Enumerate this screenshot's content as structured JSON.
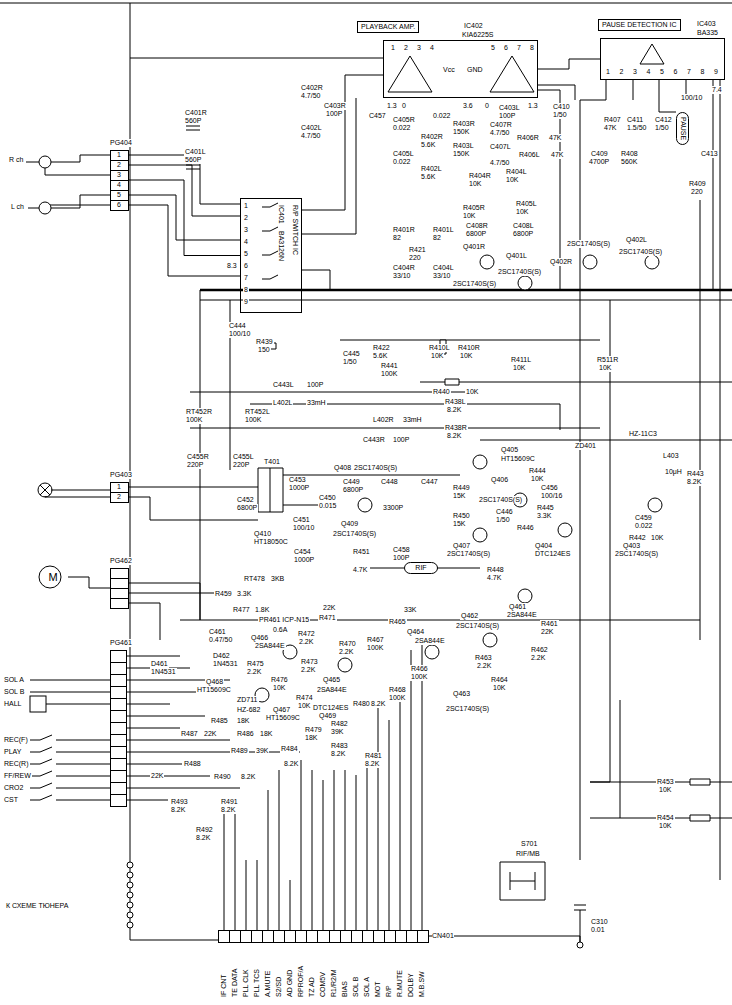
{
  "diagram": {
    "nodes": [
      {
        "text": [
          "PLAYBACK AMP."
        ]
      },
      {
        "text": [
          "IC402",
          "KIA6225S"
        ]
      },
      {
        "text": [
          "PAUSE DETECTION IC"
        ]
      },
      {
        "text": [
          "IC403",
          "BA335"
        ]
      },
      {
        "text": [
          "PAUSE"
        ]
      },
      {
        "text": [
          "PG404",
          "1",
          "2",
          "3",
          "4",
          "5",
          "6"
        ]
      },
      {
        "text": [
          "IC401",
          "BA3126N",
          "R/P SWITCH IC"
        ]
      },
      {
        "text": [
          "PG403",
          "1",
          "2"
        ]
      },
      {
        "text": [
          "M"
        ]
      },
      {
        "text": [
          "PG462"
        ]
      },
      {
        "text": [
          "PG461"
        ]
      },
      {
        "text": [
          "CN401"
        ]
      },
      {
        "text": [
          "RIF"
        ]
      }
    ],
    "edges": [
      {
        "from": 8,
        "to": 9,
        "arrow": "none"
      },
      {
        "from": 5,
        "to": 6,
        "arrow": "none"
      },
      {
        "from": 1,
        "to": 3,
        "arrow": "none"
      }
    ],
    "labels": [
      "R ch",
      "L ch",
      "1",
      "2",
      "3",
      "4",
      "Vcc",
      "GND",
      "5",
      "6",
      "7",
      "8",
      "1.3",
      "0",
      "3.6",
      "0",
      "1.3",
      "1",
      "2",
      "3",
      "4",
      "5",
      "6",
      "7",
      "8",
      "9",
      "7.4",
      "C402R",
      "4.7/50",
      "C403R",
      "100P",
      "C401R",
      "560P",
      "C402L",
      "4.7/50",
      "C401L",
      "560P",
      "C457",
      "0.022",
      "C403L",
      "100P",
      "C407R",
      "4.7/50",
      "R406R",
      "47K",
      "C407L",
      "R406L",
      "47K",
      "4.7/50",
      "C410",
      "1/50",
      "R407",
      "47K",
      "C411",
      "1.5/50",
      "C412",
      "1/50",
      "100/10",
      "C413",
      "C409",
      "4700P",
      "R408",
      "560K",
      "R409",
      "220",
      "1",
      "2",
      "3",
      "4",
      "5",
      "6",
      "7",
      "8",
      "9",
      "8.3",
      "C405R",
      "0.022",
      "R402R",
      "5.6K",
      "R403R",
      "150K",
      "C405L",
      "0.022",
      "R403L",
      "150K",
      "R402L",
      "5.6K",
      "R404R",
      "10K",
      "R404L",
      "10K",
      "R405R",
      "10K",
      "R405L",
      "10K",
      "R401R",
      "82",
      "R421",
      "220",
      "R401L",
      "82",
      "C404R",
      "33/10",
      "C404L",
      "33/10",
      "C408R",
      "6800P",
      "C408L",
      "6800P",
      "Q401R",
      "2SC1740S(S)",
      "Q401L",
      "2SC1740S(S)",
      "Q402R",
      "2SC1740S(S)",
      "Q402L",
      "2SC1740S(S)",
      "C444",
      "100/10",
      "R439",
      "150",
      "C445",
      "1/50",
      "R422",
      "5.6K",
      "R441",
      "100K",
      "R410L",
      "10K",
      "R410R",
      "10K",
      "R411L",
      "10K",
      "R511R",
      "10K",
      "R440",
      "10K",
      "C443L",
      "100P",
      "L402L",
      "33mH",
      "R438L",
      "8.2K",
      "RT452R",
      "100K",
      "RT452L",
      "100K",
      "L402R",
      "33mH",
      "C443R",
      "100P",
      "R438R",
      "8.2K",
      "ZD401",
      "HZ-11C3",
      "Q405",
      "HT15609C",
      "C455R",
      "220P",
      "C455L",
      "220P",
      "T401",
      "Q408",
      "2SC1740S(S)",
      "L403",
      "10μH",
      "R444",
      "10K",
      "R443",
      "8.2K",
      "Q406",
      "2SC1740S(S)",
      "R449",
      "15K",
      "C453",
      "1000P",
      "C449",
      "6800P",
      "C448",
      "3300P",
      "C447",
      "R450",
      "15K",
      "C452",
      "6800P",
      "C450",
      "0.015",
      "C451",
      "100/10",
      "Q409",
      "2SC1740S(S)",
      "C456",
      "100/16",
      "C446",
      "1/50",
      "R445",
      "3.3K",
      "R446",
      "C459",
      "0.022",
      "R442",
      "10K",
      "Q410",
      "HT18050C",
      "C454",
      "1000P",
      "R451",
      "4.7K",
      "C458",
      "100P",
      "Q407",
      "2SC1740S(S)",
      "Q404",
      "DTC124ES",
      "Q403",
      "2SC1740S(S)",
      "R448",
      "4.7K",
      "RT478",
      "3KB",
      "R459",
      "3.3K",
      "R477",
      "1.8K",
      "C461",
      "0.47/50",
      "PR461 ICP-N15",
      "0.6A",
      "22K",
      "R471",
      "D462",
      "1N4531",
      "D461",
      "1N4531",
      "Q466",
      "2SA844E",
      "R472",
      "2.2K",
      "R470",
      "2.2K",
      "Q468",
      "HT15609C",
      "R475",
      "2.2K",
      "R473",
      "2.2K",
      "R476",
      "10K",
      "Q465",
      "2SA844E",
      "R474",
      "10K",
      "Q467",
      "HT15609C",
      "ZD711",
      "HZ-682",
      "DTC124ES",
      "Q469",
      "R479",
      "18K",
      "R482",
      "39K",
      "R483",
      "8.2K",
      "R480",
      "8.2K",
      "R481",
      "8.2K",
      "R484",
      "8.2K",
      "R485",
      "18K",
      "R487",
      "22K",
      "R486",
      "18K",
      "R489",
      "39K",
      "R488",
      "22K",
      "R490",
      "8.2K",
      "R493",
      "8.2K",
      "R491",
      "8.2K",
      "R492",
      "8.2K",
      "33K",
      "R465",
      "R467",
      "100K",
      "Q464",
      "2SA844E",
      "R466",
      "100K",
      "R468",
      "100K",
      "Q463",
      "2SC1740S(S)",
      "Q462",
      "2SC1740S(S)",
      "Q461",
      "2SA844E",
      "R461",
      "22K",
      "R462",
      "2.2K",
      "R463",
      "2.2K",
      "R464",
      "10K",
      "R453",
      "10K",
      "R454",
      "10K",
      "S701",
      "RIF/MB",
      "C310",
      "0.01",
      "SOL A",
      "SOL B",
      "HALL",
      "REC(F)",
      "PLAY",
      "REC(R)",
      "FF/REW",
      "CRO2",
      "CST",
      "К СХЕМЕ ТЮНЕРА",
      "IF CNT",
      "TE DATA",
      "PLL CLK",
      "PLL TCS",
      "A.MUTE",
      "S2/SD",
      "AD GND",
      "RPROF/A",
      "TZ AD",
      "COM5V",
      "R1/R2/M",
      "BIAS",
      "SOL B",
      "SOL A",
      "MOT",
      "R/P",
      "R.MUTE",
      "DOLBY",
      "M.B.SW"
    ]
  }
}
